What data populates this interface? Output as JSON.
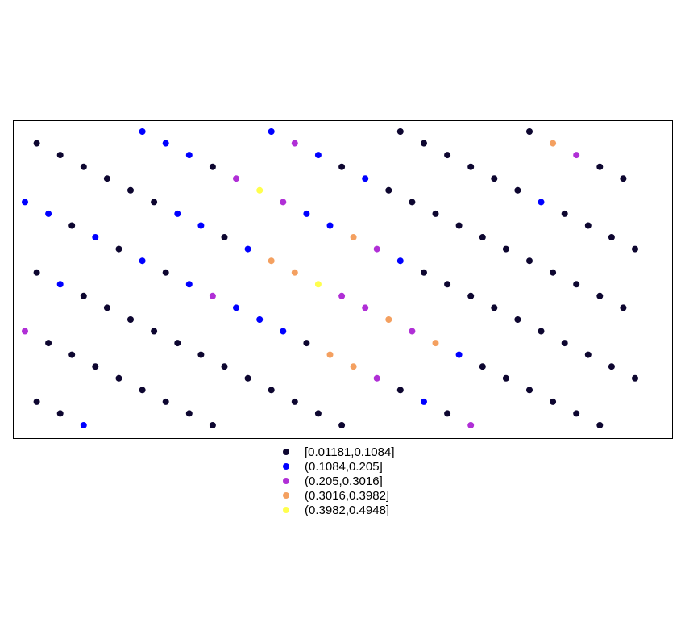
{
  "chart_data": {
    "type": "scatter",
    "title": "",
    "xlabel": "",
    "ylabel": "",
    "axes_shown": false,
    "ticks_shown": false,
    "grid": false,
    "frame": true,
    "legend_position": "bottom-center",
    "xlim": [
      0,
      28
    ],
    "ylim": [
      0,
      13.5
    ],
    "classes": [
      {
        "label": "[0.01181,0.1084]",
        "color": "#0D0630"
      },
      {
        "label": "(0.1084,0.205]",
        "color": "#0000FF"
      },
      {
        "label": "(0.205,0.3016]",
        "color": "#B02FD6"
      },
      {
        "label": "(0.3016,0.3982]",
        "color": "#F4A060"
      },
      {
        "label": "(0.3982,0.4948]",
        "color": "#FFFF4D"
      }
    ],
    "rows": [
      {
        "y": 13,
        "x": [
          6,
          11.5,
          17,
          22.5
        ],
        "class": [
          1,
          1,
          0,
          0
        ]
      },
      {
        "y": 12.5,
        "x": [
          1.5,
          7,
          12.5,
          18,
          23.5
        ],
        "class": [
          0,
          1,
          2,
          0,
          3
        ]
      },
      {
        "y": 12,
        "x": [
          2.5,
          8,
          13.5,
          19,
          24.5
        ],
        "class": [
          0,
          1,
          1,
          0,
          2
        ]
      },
      {
        "y": 11.5,
        "x": [
          3.5,
          9,
          14.5,
          20,
          25.5
        ],
        "class": [
          0,
          0,
          0,
          0,
          0
        ]
      },
      {
        "y": 11,
        "x": [
          4.5,
          10,
          15.5,
          21,
          26.5
        ],
        "class": [
          0,
          2,
          1,
          0,
          0
        ]
      },
      {
        "y": 10.5,
        "x": [
          5.5,
          11,
          16.5,
          22
        ],
        "class": [
          0,
          4,
          0,
          0
        ]
      },
      {
        "y": 10,
        "x": [
          1,
          6.5,
          12,
          17.5,
          23
        ],
        "class": [
          1,
          0,
          2,
          0,
          1
        ]
      },
      {
        "y": 9.5,
        "x": [
          2,
          7.5,
          13,
          18.5,
          24
        ],
        "class": [
          1,
          1,
          1,
          0,
          0
        ]
      },
      {
        "y": 9,
        "x": [
          3,
          8.5,
          14,
          19.5,
          25
        ],
        "class": [
          0,
          1,
          1,
          0,
          0
        ]
      },
      {
        "y": 8.5,
        "x": [
          4,
          9.5,
          15,
          20.5,
          26
        ],
        "class": [
          1,
          0,
          3,
          0,
          0
        ]
      },
      {
        "y": 8,
        "x": [
          5,
          10.5,
          16,
          21.5,
          27
        ],
        "class": [
          0,
          1,
          2,
          0,
          0
        ]
      },
      {
        "y": 7.5,
        "x": [
          6,
          11.5,
          17,
          22.5
        ],
        "class": [
          1,
          3,
          1,
          0
        ]
      },
      {
        "y": 7,
        "x": [
          1.5,
          7,
          12.5,
          18,
          23.5
        ],
        "class": [
          0,
          0,
          3,
          0,
          0
        ]
      },
      {
        "y": 6.5,
        "x": [
          2.5,
          8,
          13.5,
          19,
          24.5
        ],
        "class": [
          1,
          1,
          4,
          0,
          0
        ]
      },
      {
        "y": 6,
        "x": [
          3.5,
          9,
          14.5,
          20,
          25.5
        ],
        "class": [
          0,
          2,
          2,
          0,
          0
        ]
      },
      {
        "y": 5.5,
        "x": [
          4.5,
          10,
          15.5,
          21,
          26.5
        ],
        "class": [
          0,
          1,
          2,
          0,
          0
        ]
      },
      {
        "y": 5,
        "x": [
          5.5,
          11,
          16.5,
          22
        ],
        "class": [
          0,
          1,
          3,
          0
        ]
      },
      {
        "y": 4.5,
        "x": [
          1,
          6.5,
          12,
          17.5,
          23
        ],
        "class": [
          2,
          0,
          1,
          2,
          0
        ]
      },
      {
        "y": 4,
        "x": [
          2,
          7.5,
          13,
          18.5,
          24
        ],
        "class": [
          0,
          0,
          0,
          3,
          0
        ]
      },
      {
        "y": 3.5,
        "x": [
          3,
          8.5,
          14,
          19.5,
          25
        ],
        "class": [
          0,
          0,
          3,
          1,
          0
        ]
      },
      {
        "y": 3,
        "x": [
          4,
          9.5,
          15,
          20.5,
          26
        ],
        "class": [
          0,
          0,
          3,
          0,
          0
        ]
      },
      {
        "y": 2.5,
        "x": [
          5,
          10.5,
          16,
          21.5,
          27
        ],
        "class": [
          0,
          0,
          2,
          0,
          0
        ]
      },
      {
        "y": 2,
        "x": [
          6,
          11.5,
          17,
          22.5
        ],
        "class": [
          0,
          0,
          0,
          0
        ]
      },
      {
        "y": 1.5,
        "x": [
          1.5,
          7,
          12.5,
          18,
          23.5
        ],
        "class": [
          0,
          0,
          0,
          1,
          0
        ]
      },
      {
        "y": 1,
        "x": [
          2.5,
          8,
          13.5,
          19,
          24.5
        ],
        "class": [
          0,
          0,
          0,
          0,
          0
        ]
      },
      {
        "y": 0.5,
        "x": [
          3.5,
          9,
          14.5,
          20,
          25.5
        ],
        "class": [
          1,
          0,
          0,
          2,
          0
        ]
      }
    ]
  }
}
